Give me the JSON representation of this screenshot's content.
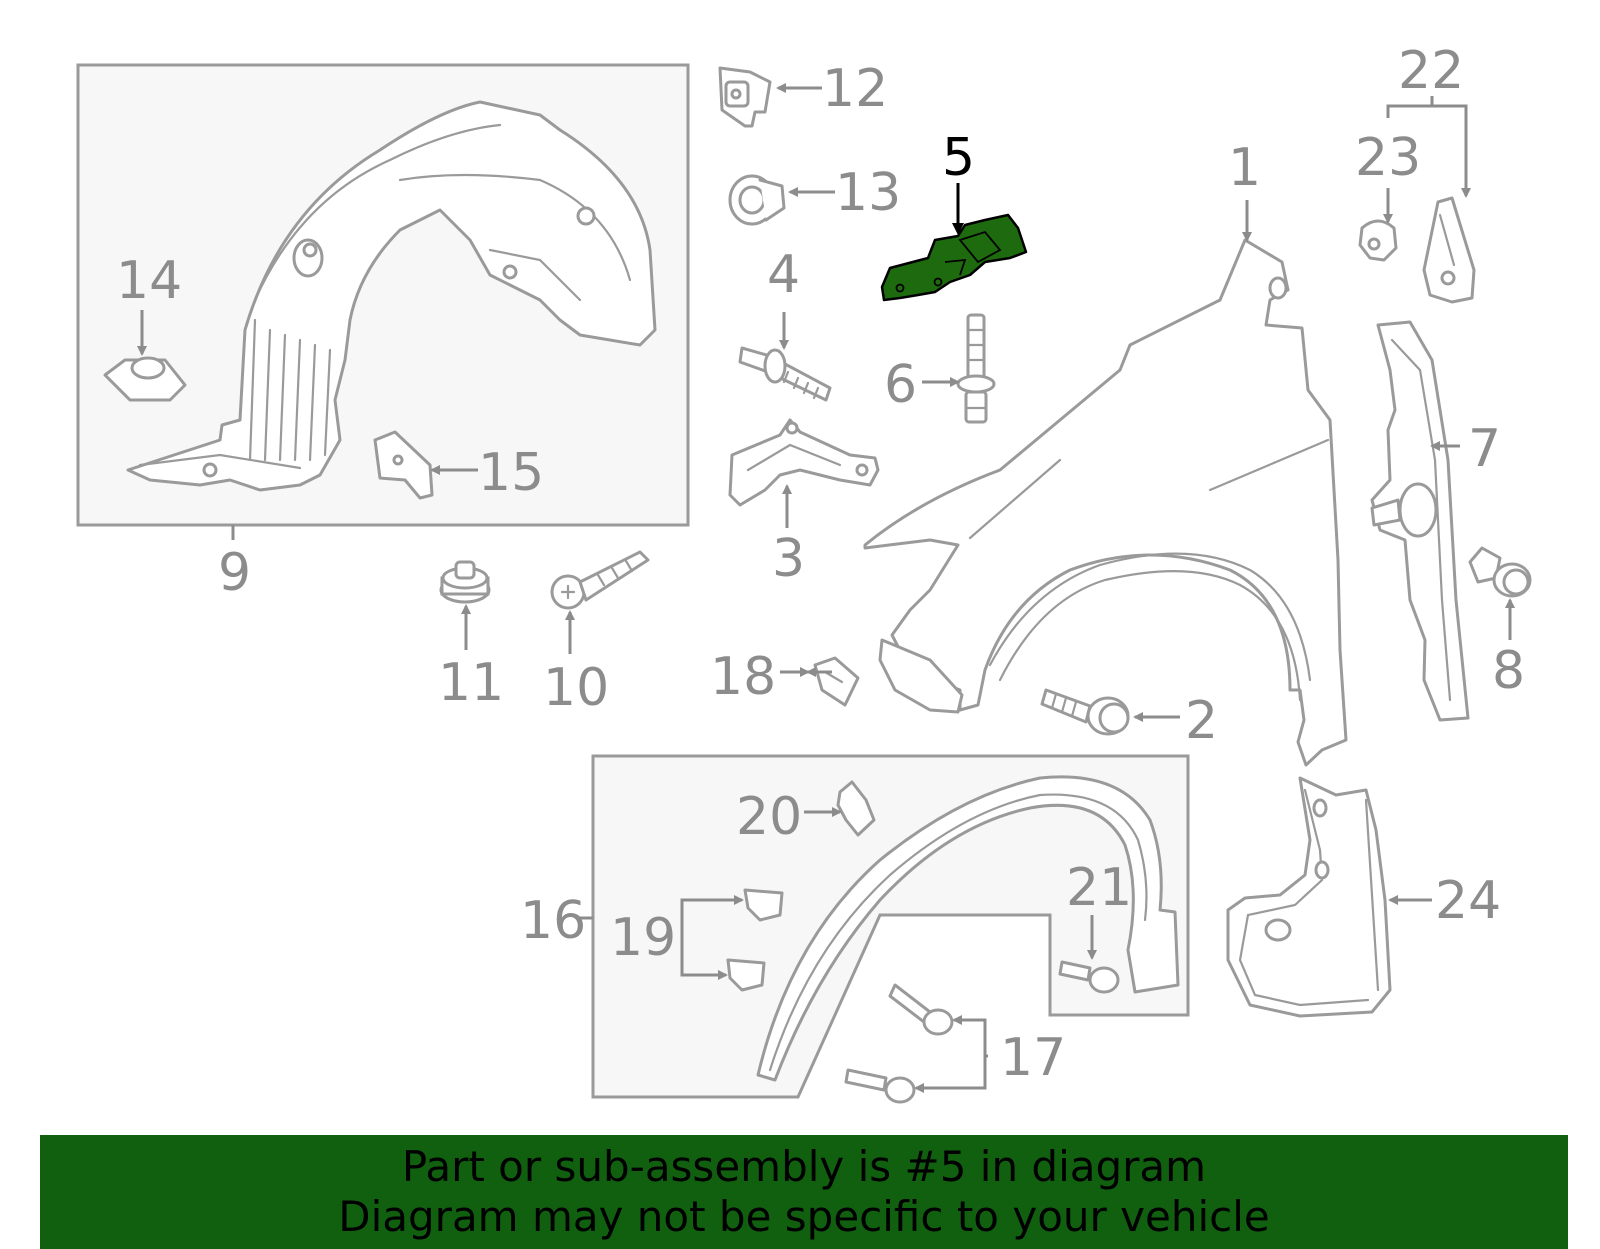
{
  "colors": {
    "highlight": "#1e6b0f",
    "banner": "#106010",
    "line_art": "#9a9a9a",
    "box_fill": "#f7f7f7"
  },
  "callouts": {
    "c1": "1",
    "c2": "2",
    "c3": "3",
    "c4": "4",
    "c5": "5",
    "c6": "6",
    "c7": "7",
    "c8": "8",
    "c9": "9",
    "c10": "10",
    "c11": "11",
    "c12": "12",
    "c13": "13",
    "c14": "14",
    "c15": "15",
    "c16": "16",
    "c17": "17",
    "c18": "18",
    "c19": "19",
    "c20": "20",
    "c21": "21",
    "c22": "22",
    "c23": "23",
    "c24": "24"
  },
  "highlighted_part": "5",
  "banner": {
    "line1": "Part or sub-assembly is #5 in diagram",
    "line2": "Diagram may not be specific to your vehicle"
  }
}
